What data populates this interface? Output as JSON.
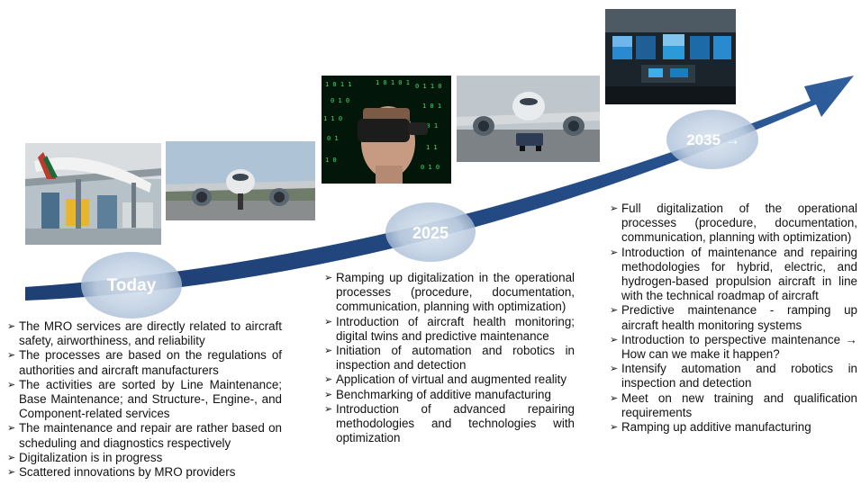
{
  "milestones": {
    "today": "Today",
    "y2025": "2025",
    "y2035": "2035 →"
  },
  "bullet_glyph": "➢",
  "today_items": [
    "The MRO services are directly related to aircraft safety, airworthiness, and reliability",
    "The processes are based on the regulations of authorities and aircraft manufacturers",
    "The activities are sorted by Line Maintenance; Base Maintenance; and Structure-, Engine-, and Component-related services",
    "The maintenance and repair are rather based on scheduling and diagnostics respectively",
    "Digitalization is in progress",
    "Scattered innovations by MRO providers"
  ],
  "y2025_items": [
    "Ramping up digitalization in the operational processes (procedure, documentation, communication, planning with optimization)",
    "Introduction of aircraft health monitoring; digital twins and predictive maintenance",
    "Initiation of automation and robotics in inspection and detection",
    "Application of virtual and augmented reality",
    "Benchmarking of additive manufacturing",
    "Introduction of advanced repairing methodologies and technologies with optimization"
  ],
  "y2035_items": [
    "Full digitalization of the operational processes (procedure, documentation, communication, planning with optimization)",
    "Introduction of maintenance and repairing methodologies for hybrid, electric, and hydrogen-based propulsion aircraft in line with the technical roadmap of aircraft",
    "Predictive maintenance - ramping up aircraft health monitoring systems",
    "Introduction to perspective maintenance → How can we make it happen?",
    "Intensify automation and robotics in inspection and detection",
    "Meet on new training and qualification requirements",
    "Ramping up additive manufacturing"
  ],
  "colors": {
    "arrow_dark": "#1e3f73",
    "arrow_light": "#2f5f9e",
    "milestone_fill": "#c9d6e6"
  },
  "photos": [
    {
      "name": "hangar-photo",
      "subject": "aircraft in maintenance hangar"
    },
    {
      "name": "airliner-front-photo",
      "subject": "airliner on runway"
    },
    {
      "name": "vr-headset-photo",
      "subject": "man wearing VR headset"
    },
    {
      "name": "aircraft-tug-photo",
      "subject": "aircraft with tug"
    },
    {
      "name": "cockpit-photo",
      "subject": "cockpit displays"
    }
  ]
}
